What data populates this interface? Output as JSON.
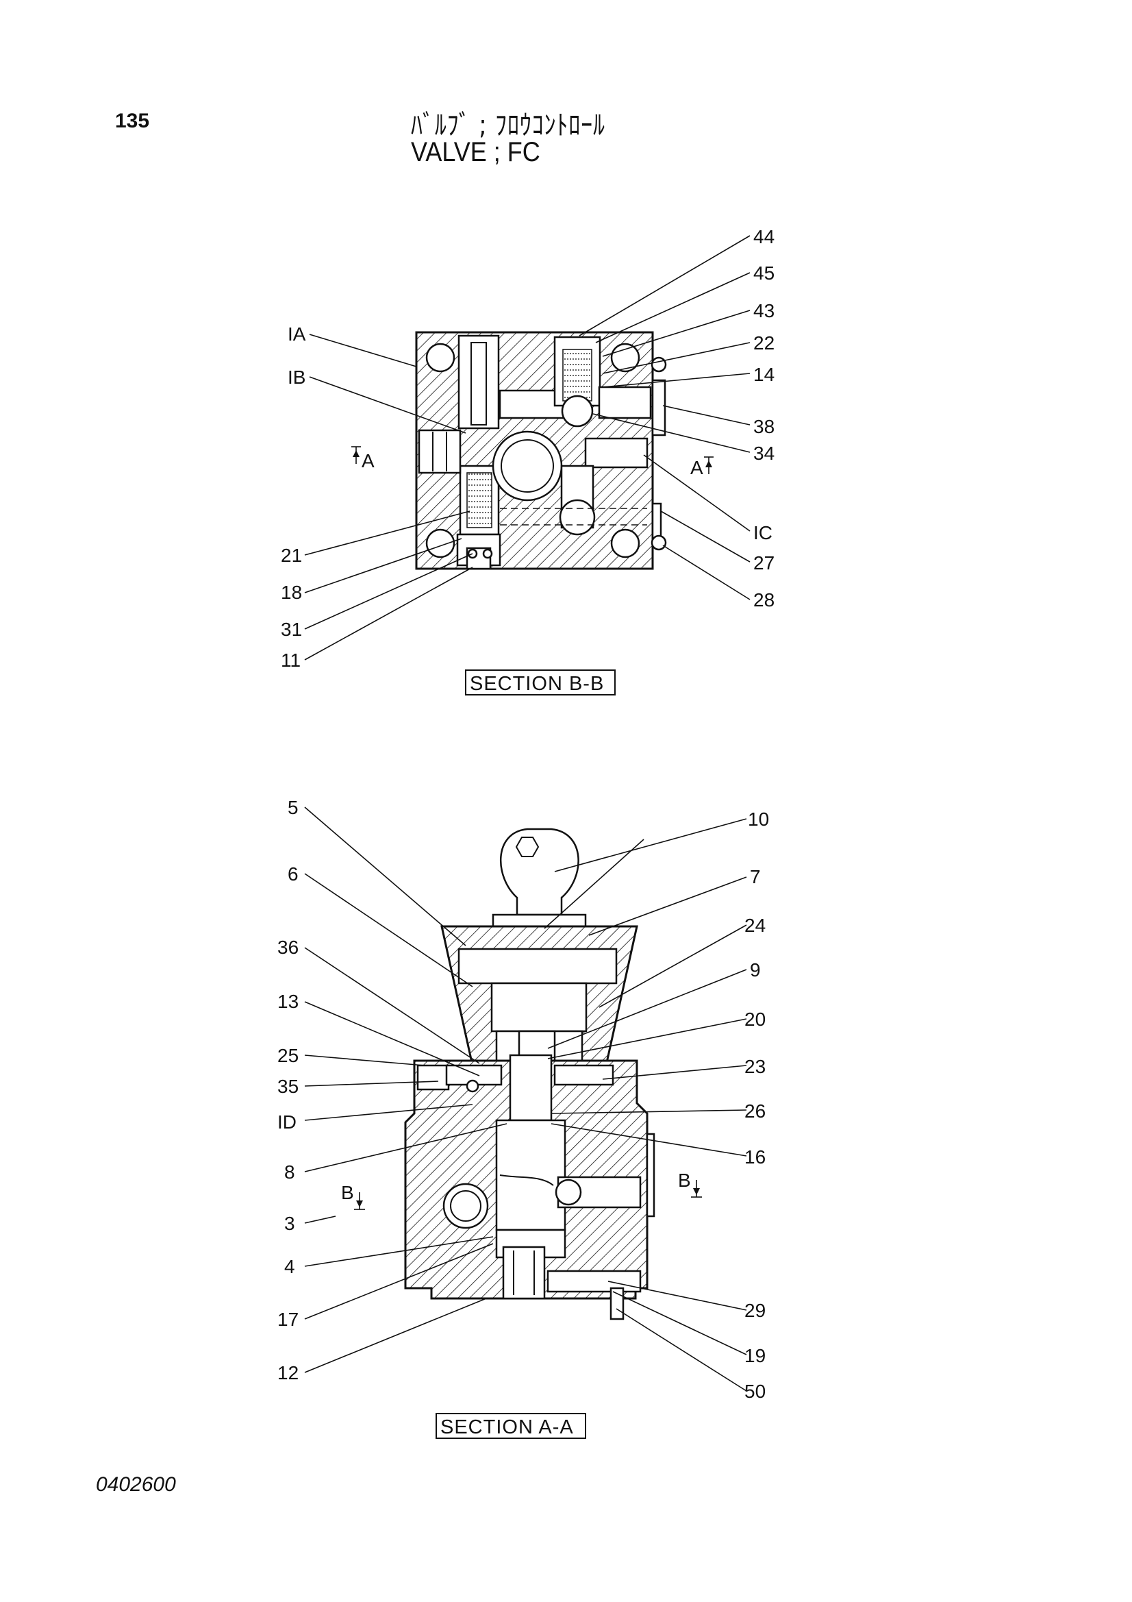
{
  "page_number": "135",
  "title_jp": "ﾊﾞﾙﾌﾞ ; ﾌﾛｳｺﾝﾄﾛｰﾙ",
  "title_en": "VALVE ; FC",
  "document_code": "0402600",
  "sections": {
    "top": {
      "caption": "SECTION B-B",
      "cut_markers": [
        "A",
        "A"
      ],
      "labels_left": [
        "IA",
        "IB",
        "21",
        "18",
        "31",
        "11"
      ],
      "labels_right": [
        "44",
        "45",
        "43",
        "22",
        "14",
        "38",
        "34",
        "IC",
        "27",
        "28"
      ]
    },
    "bottom": {
      "caption": "SECTION A-A",
      "cut_markers": [
        "B",
        "B"
      ],
      "labels_left": [
        "5",
        "6",
        "36",
        "13",
        "25",
        "35",
        "ID",
        "8",
        "3",
        "4",
        "17",
        "12"
      ],
      "labels_right": [
        "10",
        "7",
        "24",
        "9",
        "20",
        "23",
        "26",
        "16",
        "29",
        "19",
        "50"
      ]
    }
  }
}
